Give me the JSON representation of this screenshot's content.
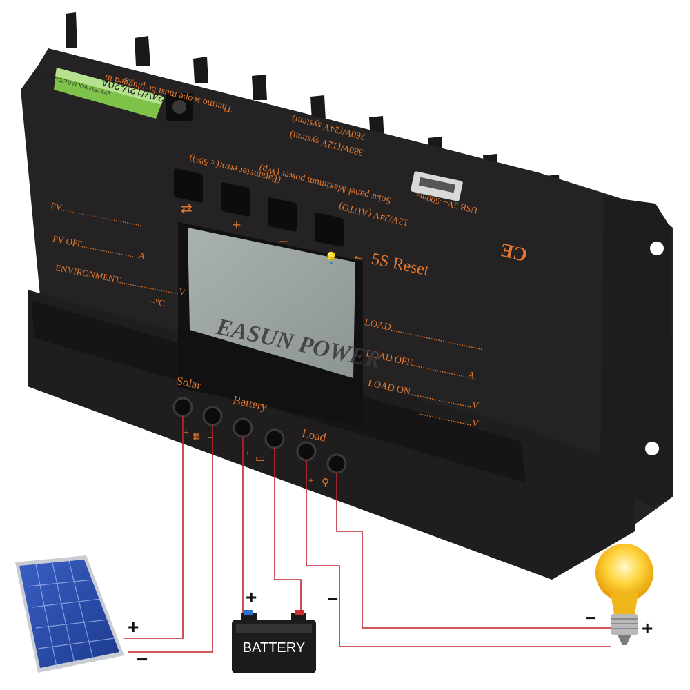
{
  "colors": {
    "body": "#232021",
    "label_text": "#e2782e",
    "sticker": "#7fc24a",
    "wire": "#c0262c",
    "lcd": "#9ea6a2"
  },
  "rating_sticker": "24V/12V-20A",
  "sticker_small_text": "SYSTEM VOLTAGE/CURRENT",
  "power_notes": [
    "Thermo scope must be plugged in",
    "(Parameter error(± 5%))",
    "Solar panel Maximum power (Wp)",
    "12V/24V (AUTO)",
    "380W(12V system)",
    "760W(24V system)"
  ],
  "usb_label": "USB 5V---500ma",
  "ce_mark": "CE",
  "reset_hint": "5S Reset",
  "buttons": [
    {
      "name": "switch-button",
      "symbol": "⇄"
    },
    {
      "name": "plus-button",
      "symbol": "+"
    },
    {
      "name": "minus-button",
      "symbol": "−"
    },
    {
      "name": "light-button",
      "symbol": "💡"
    }
  ],
  "left_labels": {
    "pv": "PV",
    "pv_off": "PV OFF",
    "pv_off_unit": "A",
    "environment": "ENVIRONMENT",
    "environment_unit": "V",
    "temp_unit": "°C"
  },
  "right_labels": {
    "load": "LOAD",
    "load_off": "LOAD OFF",
    "load_off_unit": "A",
    "load_on": "LOAD ON",
    "load_on_unit": "V",
    "extra_unit": "V"
  },
  "watermark": "EASUN POWER",
  "terminals": {
    "solar": "Solar",
    "battery": "Battery",
    "load": "Load",
    "plus": "+",
    "minus": "−"
  },
  "battery_label": "BATTERY",
  "wire_signs": {
    "panel_plus": "+",
    "panel_minus": "−",
    "battery_plus": "+",
    "battery_minus": "−",
    "bulb_minus": "−",
    "bulb_plus": "+"
  }
}
